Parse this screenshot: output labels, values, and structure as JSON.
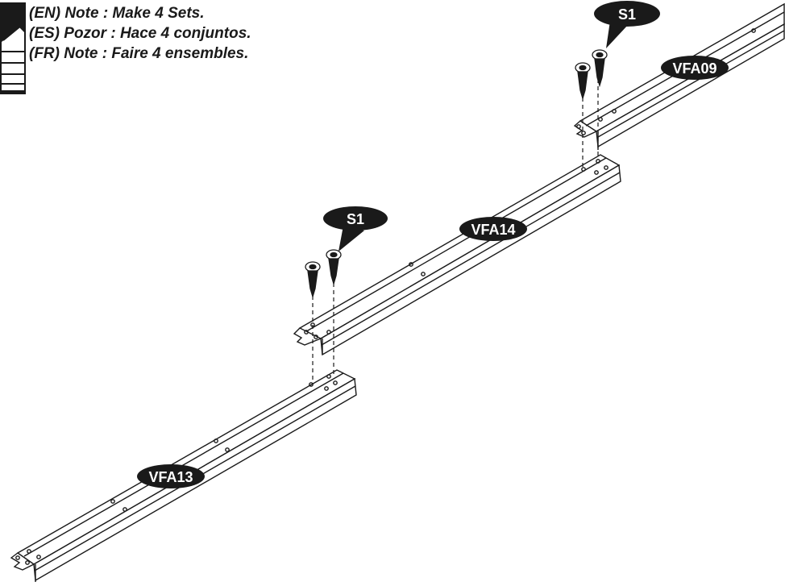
{
  "notes": {
    "en": "(EN) Note : Make 4 Sets.",
    "es": "(ES) Pozor : Hace 4 conjuntos.",
    "fr": "(FR) Note : Faire 4 ensembles."
  },
  "parts": {
    "rail_top": "VFA09",
    "rail_middle": "VFA14",
    "rail_bottom": "VFA13"
  },
  "hardware": {
    "screw_top": "S1",
    "screw_middle": "S1"
  },
  "colors": {
    "ink": "#1a1a1a",
    "label_fill": "#1a1a1a",
    "label_text": "#ffffff"
  },
  "icons": [
    "instruction-book-icon",
    "screw-icon"
  ]
}
